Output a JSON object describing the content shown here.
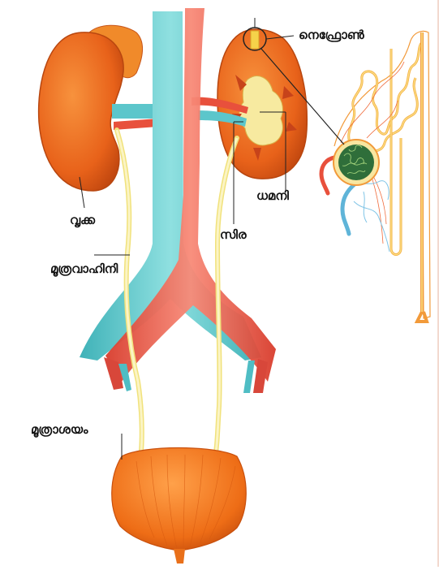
{
  "labels": {
    "nephron": "നെഫ്രോൺ",
    "kidney": "വൃക്ക",
    "artery": "ധമനി",
    "vein": "സിര",
    "ureter": "മൂത്രവാഹിനി",
    "bladder": "മൂത്രാശയം"
  },
  "colors": {
    "kidney": "#e9661b",
    "kidney_shadow": "#b83f0e",
    "artery": "#e8503c",
    "vein": "#5fc8cc",
    "ureter": "#f7eda0",
    "nephron_tubule": "#f2b64a",
    "glomerulus": "#2f6e3a",
    "bladder": "#f07a1c"
  }
}
